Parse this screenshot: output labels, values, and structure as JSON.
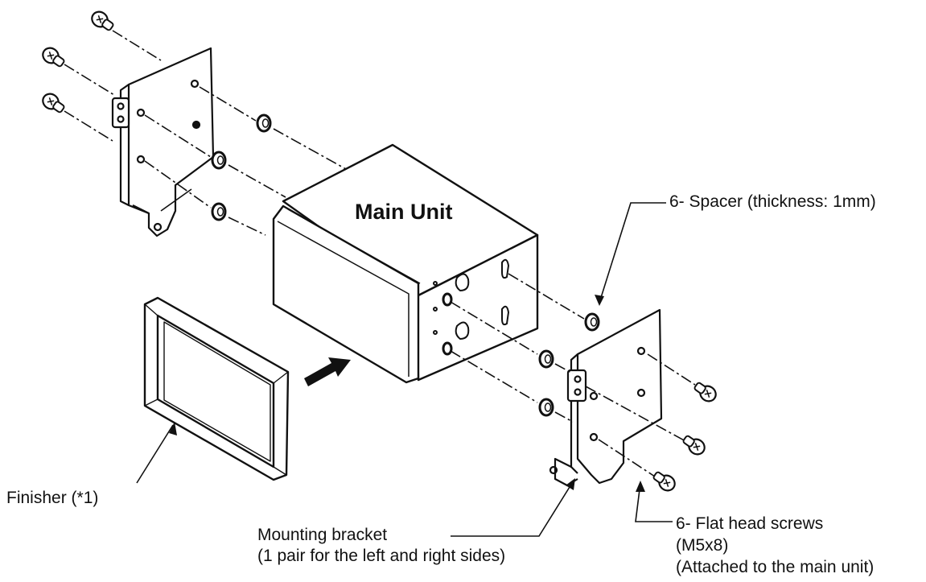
{
  "main_unit_label": "Main Unit",
  "spacer_label": "6- Spacer (thickness: 1mm)",
  "finisher_label": "Finisher (*1)",
  "bracket_label_line1": "Mounting bracket",
  "bracket_label_line2": "(1 pair for the left and right sides)",
  "screws_label_line1": "6- Flat head screws",
  "screws_label_line2": "(M5x8)",
  "screws_label_line3": "(Attached to the main unit)"
}
